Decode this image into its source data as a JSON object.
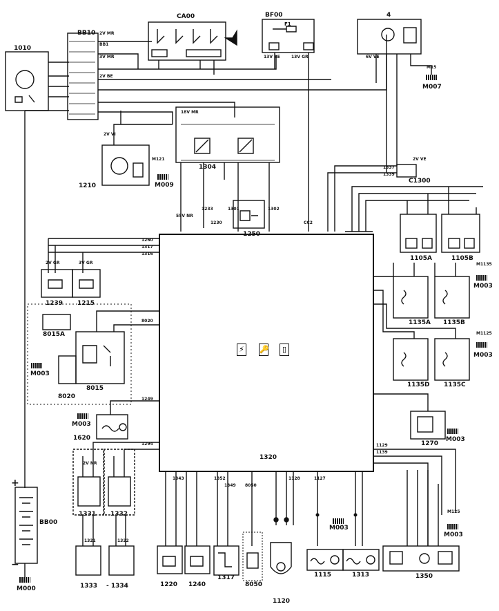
{
  "components": {
    "c1010": "1010",
    "bb10": "BB10",
    "ca00": "CA00",
    "bf00": "BF00",
    "c4": "4",
    "m007": "M007",
    "c1304": "1304",
    "c1210": "1210",
    "m009": "M009",
    "c1300": "C1300",
    "c1250": "1250",
    "c1105a": "1105A",
    "c1105b": "1105B",
    "m003_a": "M003",
    "c1135a": "1135A",
    "c1135b": "1135B",
    "c1135d": "1135D",
    "c1135c": "1135C",
    "m003_b": "M003",
    "c1239": "1239",
    "c1215": "1215",
    "c8015a": "8015A",
    "m003_c": "M003",
    "c8015": "8015",
    "c8020": "8020",
    "m003_d": "M003",
    "c1620": "1620",
    "c1270": "1270",
    "m003_e": "M003",
    "c1320": "1320",
    "c1331": "1331",
    "c1332": "1332",
    "m003_f": "M003",
    "m003_g": "M003",
    "bb00": "BB00",
    "m000": "M000",
    "c1333": "1333",
    "c1334": "- 1334",
    "c1220": "1220",
    "c1240": "1240",
    "c1317": "1317",
    "c8050": "8050",
    "c1120": "1120",
    "c1115": "1115",
    "c1313": "1313",
    "c1350": "1350"
  },
  "battery": {
    "plus": "+",
    "minus": "−"
  },
  "fuse": {
    "f1": "F1"
  },
  "connector_tags": {
    "t_2vmr": "2V MR",
    "t_3vmr": "3V MR",
    "t_2vbe": "2V BE",
    "t_13vbe": "13V BE",
    "t_13vgr": "13V GR",
    "t_6vve": "6V VE",
    "t_18vmr": "18V MR",
    "t_55vnr": "55V NR",
    "t_2vvi": "2V VI",
    "t_2vgr": "2V GR",
    "t_3vgr": "3V GR",
    "t_2vnr": "2V NR",
    "t_2vve": "2V VE"
  },
  "wire_codes": {
    "w_1260": "1260",
    "w_1317": "1317",
    "w_1316": "1316",
    "w_1230": "1230",
    "w_1233": "1233",
    "w_1301": "1301",
    "w_1302": "1302",
    "w_1337": "1337",
    "w_1339": "1339",
    "w_1249": "1249",
    "w_1294": "1294",
    "w_1129": "1129",
    "w_1139": "1139",
    "w_1343": "1343",
    "w_1352": "1352",
    "w_1349": "1349",
    "w_1128": "1128",
    "w_1127": "1127",
    "w_bb1": "BB1",
    "w_cc2": "CC2",
    "w_8050": "8050",
    "w_8020": "8020",
    "w_m121": "M121",
    "w_m15": "M15",
    "w_1321": "1321",
    "w_1322": "1322",
    "w_m1135": "M1135",
    "w_m1125": "M1125",
    "w_m125": "M125"
  },
  "ecu_symbols": [
    "⚡",
    "🔑",
    "▯"
  ]
}
